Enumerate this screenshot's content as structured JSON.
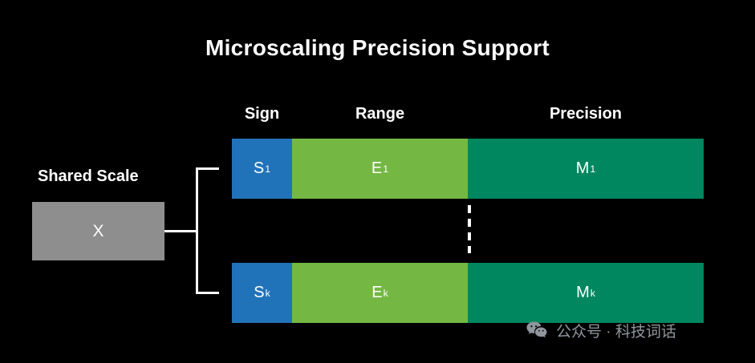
{
  "title": "Microscaling Precision Support",
  "column_headers": [
    "Sign",
    "Range",
    "Precision"
  ],
  "shared_scale": {
    "label": "Shared Scale",
    "value": "X"
  },
  "rows": [
    {
      "name": "row-1",
      "cells": [
        {
          "base": "S",
          "sub": "1"
        },
        {
          "base": "E",
          "sub": "1"
        },
        {
          "base": "M",
          "sub": "1"
        }
      ]
    },
    {
      "name": "row-k",
      "cells": [
        {
          "base": "S",
          "sub": "k"
        },
        {
          "base": "E",
          "sub": "k"
        },
        {
          "base": "M",
          "sub": "k"
        }
      ]
    }
  ],
  "watermark": {
    "text": "公众号 · 科技词话"
  },
  "colors": {
    "background": "#000000",
    "sign": "#2173b9",
    "range": "#74b843",
    "precision": "#00875f",
    "scale_box": "#8e8e8e",
    "text": "#ffffff",
    "watermark": "#8f969c"
  }
}
